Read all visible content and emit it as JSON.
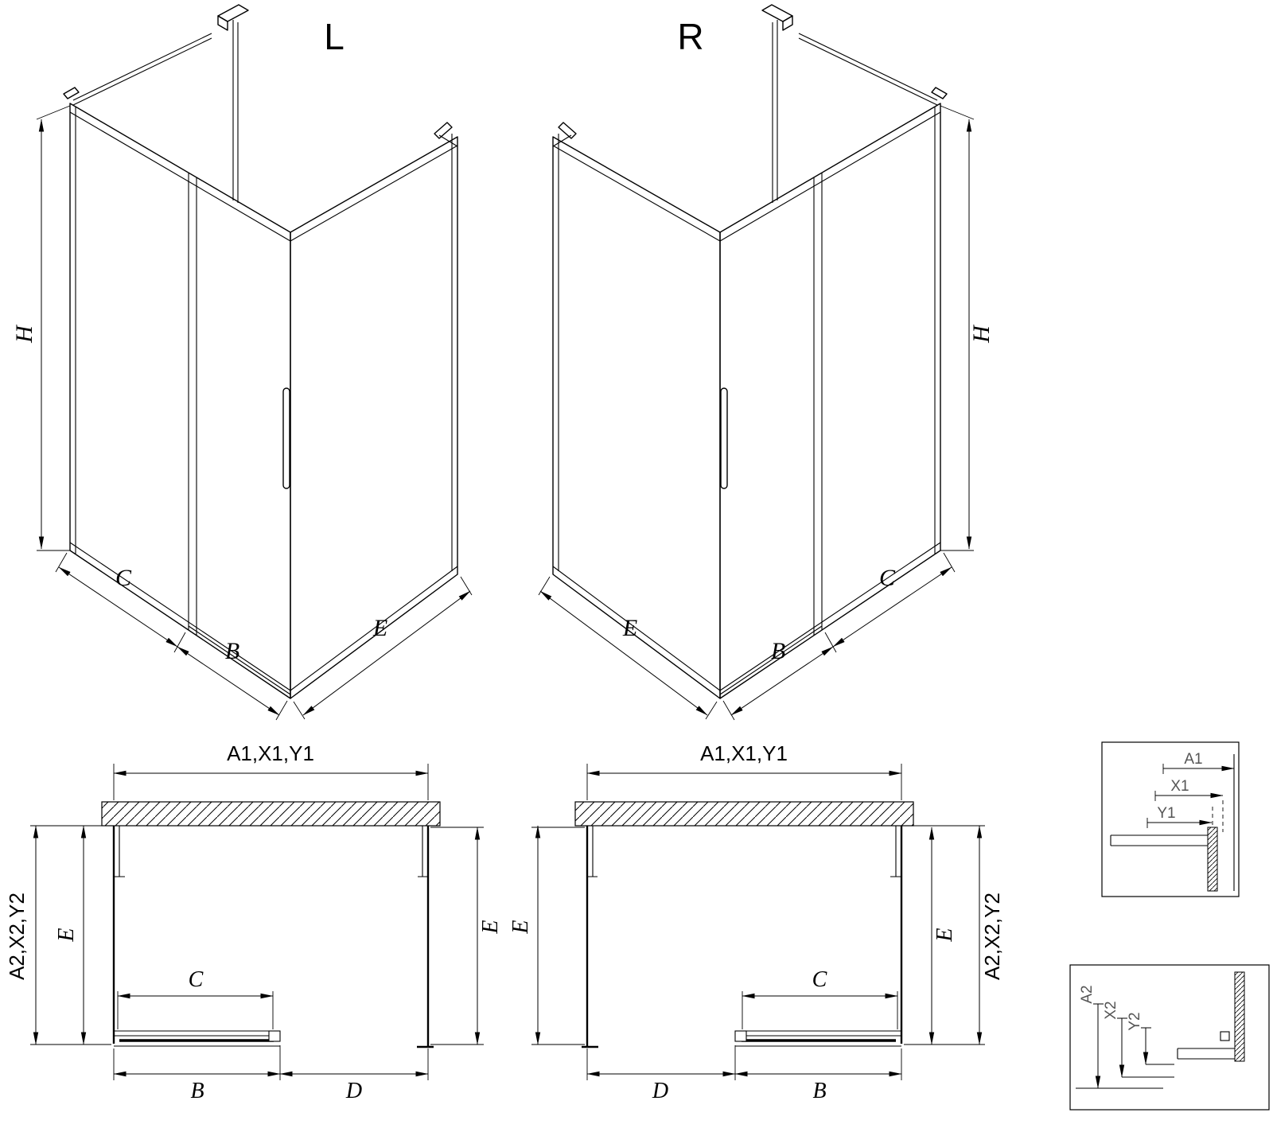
{
  "colors": {
    "line": "#000000",
    "detail_label": "#555555",
    "background": "#ffffff"
  },
  "drawing": {
    "iso_left": {
      "title": "L",
      "dim_height": "H",
      "dim_width_left": "C",
      "dim_width_middle": "B",
      "dim_width_right": "E"
    },
    "iso_right": {
      "title": "R",
      "dim_height": "H",
      "dim_width_left": "E",
      "dim_width_middle": "B",
      "dim_width_right": "C"
    },
    "plan_left": {
      "dim_top": "A1,X1,Y1",
      "dim_side": "A2,X2,Y2",
      "dim_depth_left": "E",
      "dim_depth_right": "E",
      "dim_opening": "C",
      "dim_bottom_left": "B",
      "dim_bottom_right": "D"
    },
    "plan_right": {
      "dim_top": "A1,X1,Y1",
      "dim_side": "A2,X2,Y2",
      "dim_depth_left": "E",
      "dim_depth_right": "E",
      "dim_opening": "C",
      "dim_bottom_left": "D",
      "dim_bottom_right": "B"
    },
    "detail_top": {
      "dim_outer": "A1",
      "dim_mid": "X1",
      "dim_inner": "Y1"
    },
    "detail_bottom": {
      "dim_outer": "A2",
      "dim_mid": "X2",
      "dim_inner": "Y2"
    }
  }
}
